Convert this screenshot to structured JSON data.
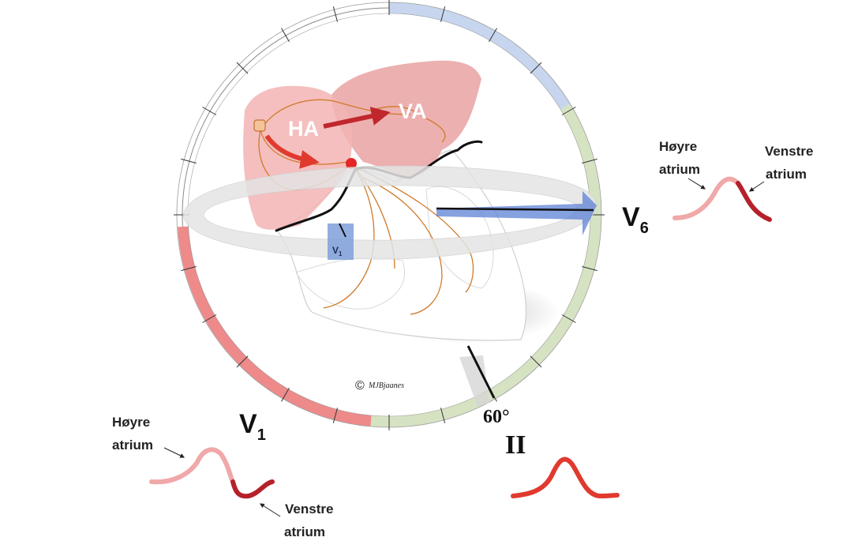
{
  "heart": {
    "right_atrium_label": "HA",
    "left_atrium_label": "VA"
  },
  "leads": {
    "v1_lead": "V",
    "v1_sub": "1",
    "v1_electrode_lead": "V",
    "v1_electrode_sub": "1",
    "v6_lead": "V",
    "v6_sub": "6",
    "ii_lead": "II",
    "ii_angle": "60°"
  },
  "waveforms": {
    "right_atrium_word1": "Høyre",
    "right_atrium_word2": "atrium",
    "left_atrium_word1": "Venstre",
    "left_atrium_word2": "atrium"
  },
  "copyright": {
    "symbol": "©",
    "author": "MJBjaanes"
  },
  "colors": {
    "right_atrium": "#f0a8a8",
    "left_atrium": "#b5212a",
    "lead_II_wave": "#e03a2f",
    "arrow_red": "#e03a2f",
    "v6_vector": "#5d82d6",
    "ring_blue": "#c7d6ee",
    "ring_green": "#d6e3c3",
    "ring_red": "#ee8a8a",
    "heart_atria": "#efa0a0"
  }
}
